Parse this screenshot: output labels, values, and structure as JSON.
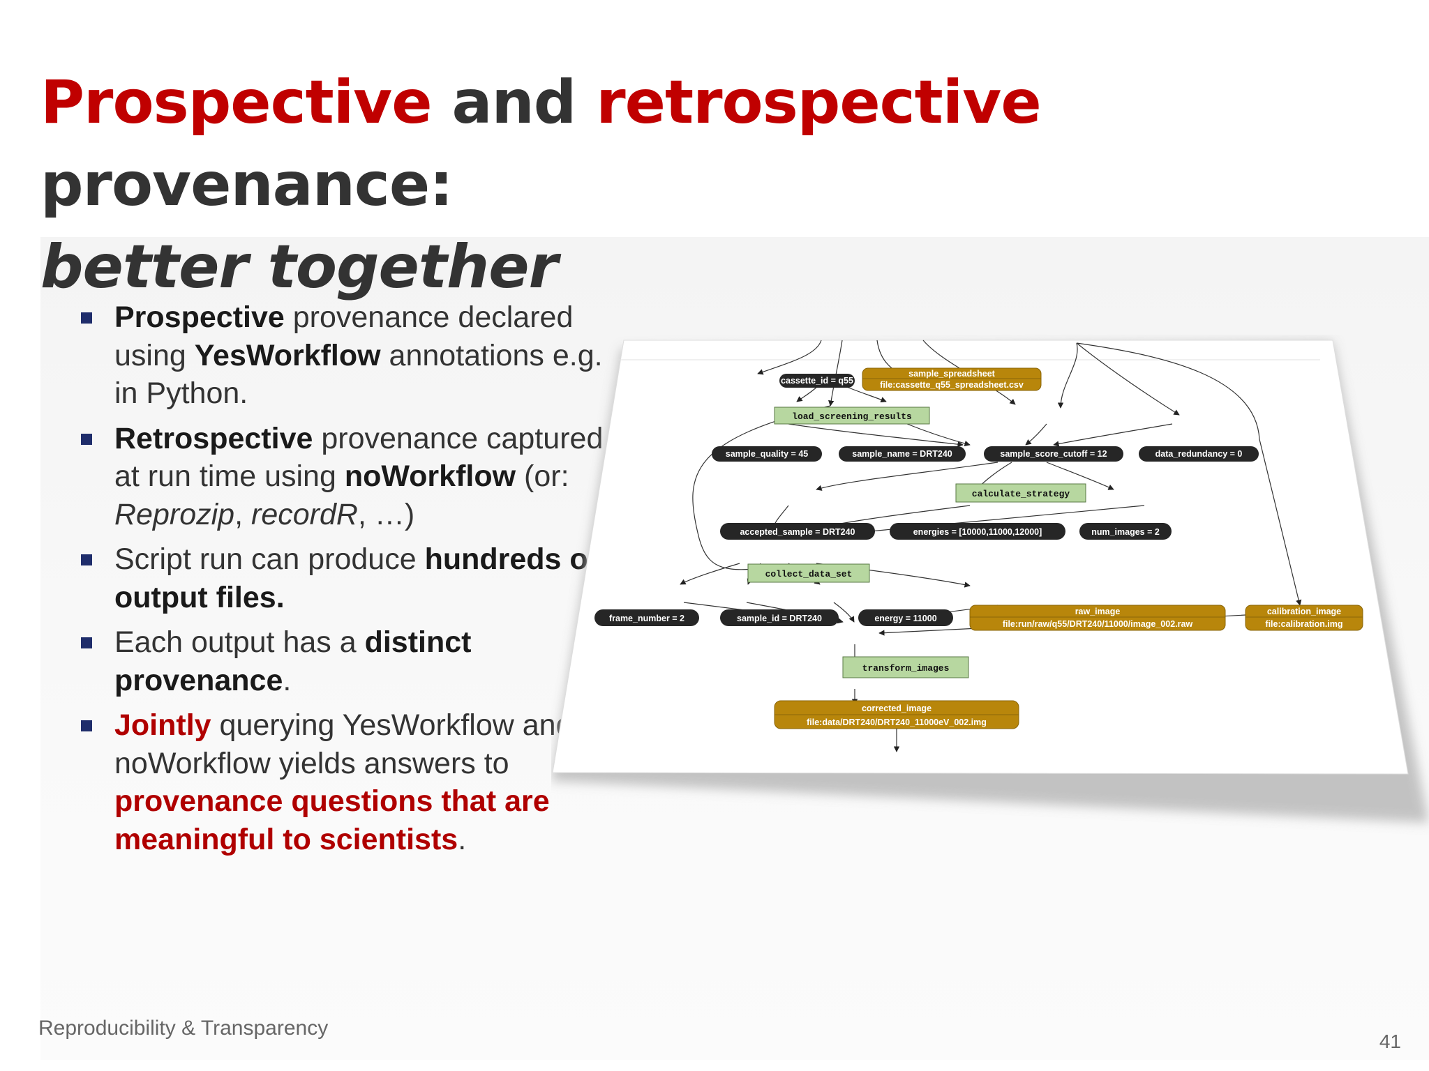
{
  "slide": {
    "title_part1": "Prospective",
    "title_part2": " and ",
    "title_part3": "retrospective",
    "title_part4": " provenance:",
    "title_line2": "better together",
    "footer": "Reproducibility & Transparency",
    "page_number": "41"
  },
  "bullets": [
    {
      "b1": "Prospective",
      "t1": " provenance declared using ",
      "b2": "YesWorkflow",
      "t2": " annotations e.g. in Python."
    },
    {
      "b1": "Retrospective",
      "t1": " provenance captured at run time using ",
      "b2": "noWorkflow",
      "t2": " (or: ",
      "i1": "Reprozip",
      "t3": ", ",
      "i2": "recordR",
      "t4": ", …)"
    },
    {
      "t1": "Script run can produce ",
      "b1": "hundreds of output files."
    },
    {
      "t1": "Each output has a ",
      "b1": "distinct provenance",
      "t2": "."
    },
    {
      "r1": "Jointly",
      "t1": " querying YesWorkflow and noWorkflow yields answers to ",
      "r2": "provenance questions that are meaningful to scientists",
      "t2": "."
    }
  ],
  "diagram": {
    "colors": {
      "data": "#262626",
      "file": "#b8860b",
      "step": "#b7d7a0"
    },
    "nodes": {
      "cassette_id": "cassette_id = q55",
      "sample_spreadsheet_name": "sample_spreadsheet",
      "sample_spreadsheet_file": "file:cassette_q55_spreadsheet.csv",
      "load_screening_results": "load_screening_results",
      "sample_quality": "sample_quality = 45",
      "sample_name": "sample_name = DRT240",
      "sample_score_cutoff": "sample_score_cutoff = 12",
      "data_redundancy": "data_redundancy = 0",
      "calculate_strategy": "calculate_strategy",
      "accepted_sample": "accepted_sample = DRT240",
      "energies": "energies = [10000,11000,12000]",
      "num_images": "num_images = 2",
      "collect_data_set": "collect_data_set",
      "frame_number": "frame_number = 2",
      "sample_id": "sample_id = DRT240",
      "energy": "energy = 11000",
      "raw_image_name": "raw_image",
      "raw_image_file": "file:run/raw/q55/DRT240/11000/image_002.raw",
      "calibration_image_name": "calibration_image",
      "calibration_image_file": "file:calibration.img",
      "transform_images": "transform_images",
      "corrected_image_name": "corrected_image",
      "corrected_image_file": "file:data/DRT240/DRT240_11000eV_002.img"
    }
  }
}
